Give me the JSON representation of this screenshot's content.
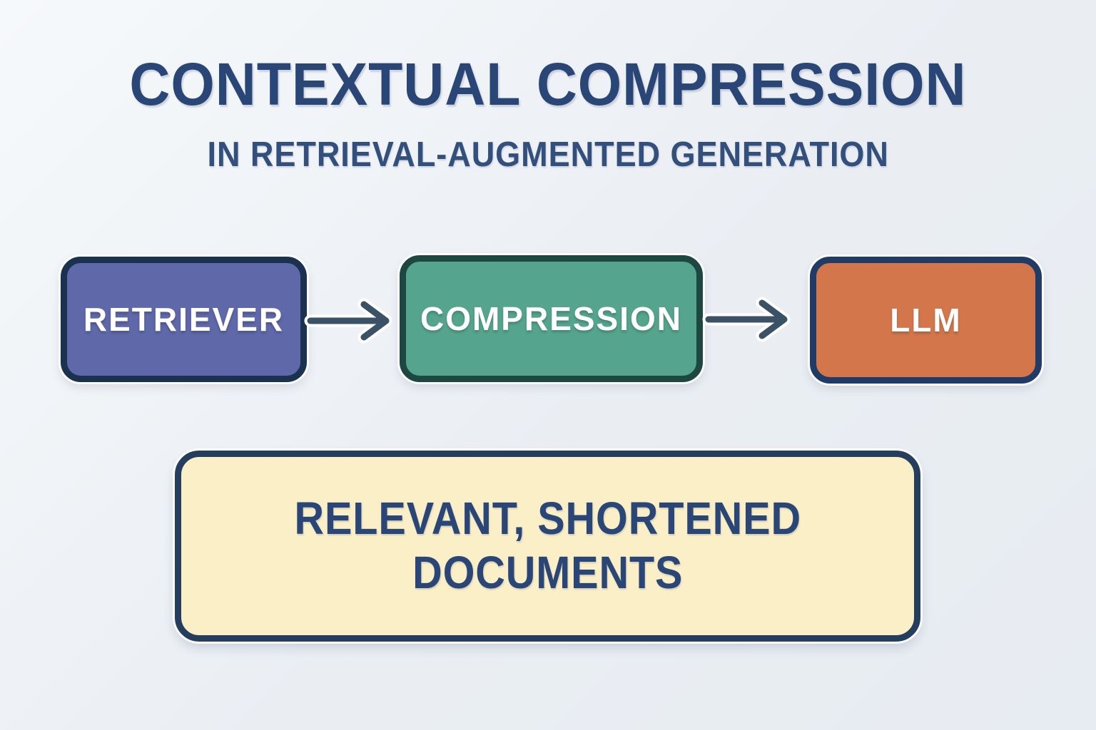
{
  "header": {
    "title": "CONTEXTUAL COMPRESSION",
    "subtitle": "IN RETRIEVAL-AUGMENTED GENERATION"
  },
  "flow": {
    "nodes": [
      {
        "id": "retriever",
        "label": "RETRIEVER",
        "fill": "#5f68a8",
        "border": "#1b3150"
      },
      {
        "id": "compression",
        "label": "COMPRESSION",
        "fill": "#55a48d",
        "border": "#1e4741"
      },
      {
        "id": "llm",
        "label": "LLM",
        "fill": "#d3764b",
        "border": "#203c66"
      }
    ],
    "arrows": [
      {
        "from": "retriever",
        "to": "compression"
      },
      {
        "from": "compression",
        "to": "llm"
      }
    ]
  },
  "output_box": {
    "label_lines": [
      "RELEVANT, SHORTENED",
      "DOCUMENTS"
    ],
    "fill": "#fbefc7",
    "border": "#263e5e"
  },
  "colors": {
    "background": "#eaeef3",
    "title_text": "#2a4677",
    "subtitle_text": "#33507c",
    "node_text": "#ffffff",
    "arrow": "#3a5166",
    "output_text": "#2a4677"
  }
}
